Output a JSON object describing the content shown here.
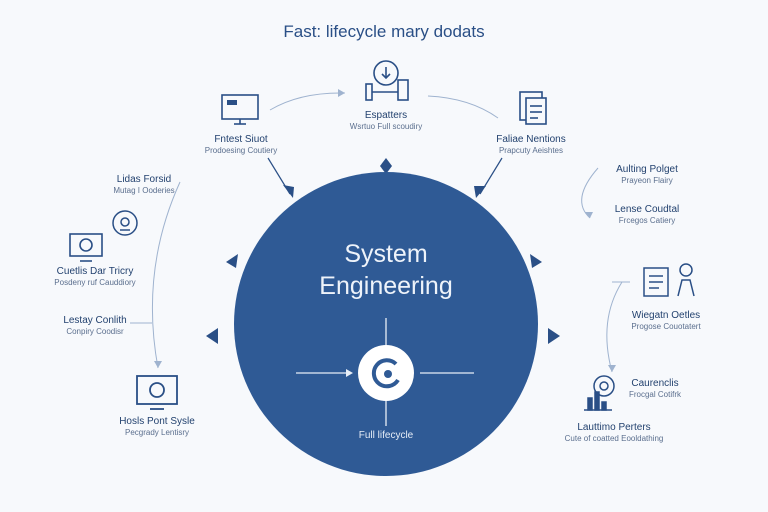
{
  "title": "Fast: lifecycle mary dodats",
  "center": {
    "title_line1": "System",
    "title_line2": "Engineering",
    "subtitle": "Full lifecycle"
  },
  "nodes": [
    {
      "id": "top",
      "title": "Espatters",
      "sub": "Wsrtuo Full scoudiry",
      "icon": "gauge-icon"
    },
    {
      "id": "top-left",
      "title": "Fntest Siuot",
      "sub": "Prodoesing Coutiery",
      "icon": "monitor-icon"
    },
    {
      "id": "top-right",
      "title": "Faliae Nentions",
      "sub": "Prapcuty Aeishtes",
      "icon": "document-icon"
    },
    {
      "id": "left-1",
      "title": "Lidas Forsid",
      "sub": "Mutag I Ooderies",
      "icon": ""
    },
    {
      "id": "left-2",
      "title": "Cuetlis Dar Tricry",
      "sub": "Posdeny ruf Cauddiory",
      "icon": "monitor-target-icon"
    },
    {
      "id": "left-3",
      "title": "Lestay Conlith",
      "sub": "Conpiry Coodisr",
      "icon": ""
    },
    {
      "id": "bottom-left",
      "title": "Hosls Pont Sysle",
      "sub": "Pecgrady Lentisry",
      "icon": "target-monitor-icon"
    },
    {
      "id": "right-1",
      "title": "Aulting Polget",
      "sub": "Prayeon Flairy",
      "icon": ""
    },
    {
      "id": "right-2",
      "title": "Lense Coudtal",
      "sub": "Frcegos Catiery",
      "icon": ""
    },
    {
      "id": "right-3",
      "title": "Wiegatn Oetles",
      "sub": "Progose Couotatert",
      "icon": "clipboard-person-icon"
    },
    {
      "id": "right-4",
      "title": "Caurenclis",
      "sub": "Frocgal Cotifrk",
      "icon": "gear-chart-icon"
    },
    {
      "id": "bottom-right",
      "title": "Lauttimo Perters",
      "sub": "Cute of coatted Eooldathing",
      "icon": ""
    }
  ],
  "colors": {
    "circle": "#2f5a95",
    "ink": "#23426f",
    "line": "#8fa6c6"
  }
}
